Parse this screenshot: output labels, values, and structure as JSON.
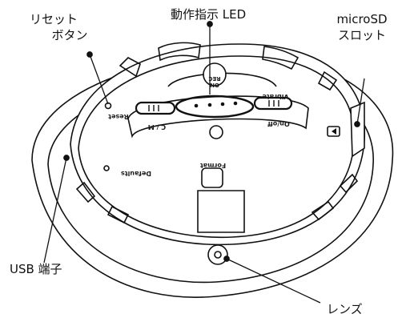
{
  "callouts": {
    "reset_button": [
      "リセット",
      "ボタン"
    ],
    "status_led": "動作指示 LED",
    "microsd_slot": [
      "microSD",
      "スロット"
    ],
    "usb_port": "USB 端子",
    "lens": "レンズ"
  },
  "device_labels": {
    "reset": "Reset",
    "c_m": "C / M",
    "on_off": "On/off",
    "vibrate": "Vibrate",
    "on": "ON",
    "rec": "REC",
    "defaults": "Defaults",
    "format": "Format"
  },
  "colors": {
    "line": "#111111",
    "background": "#ffffff",
    "device_fill": "#ffffff"
  }
}
